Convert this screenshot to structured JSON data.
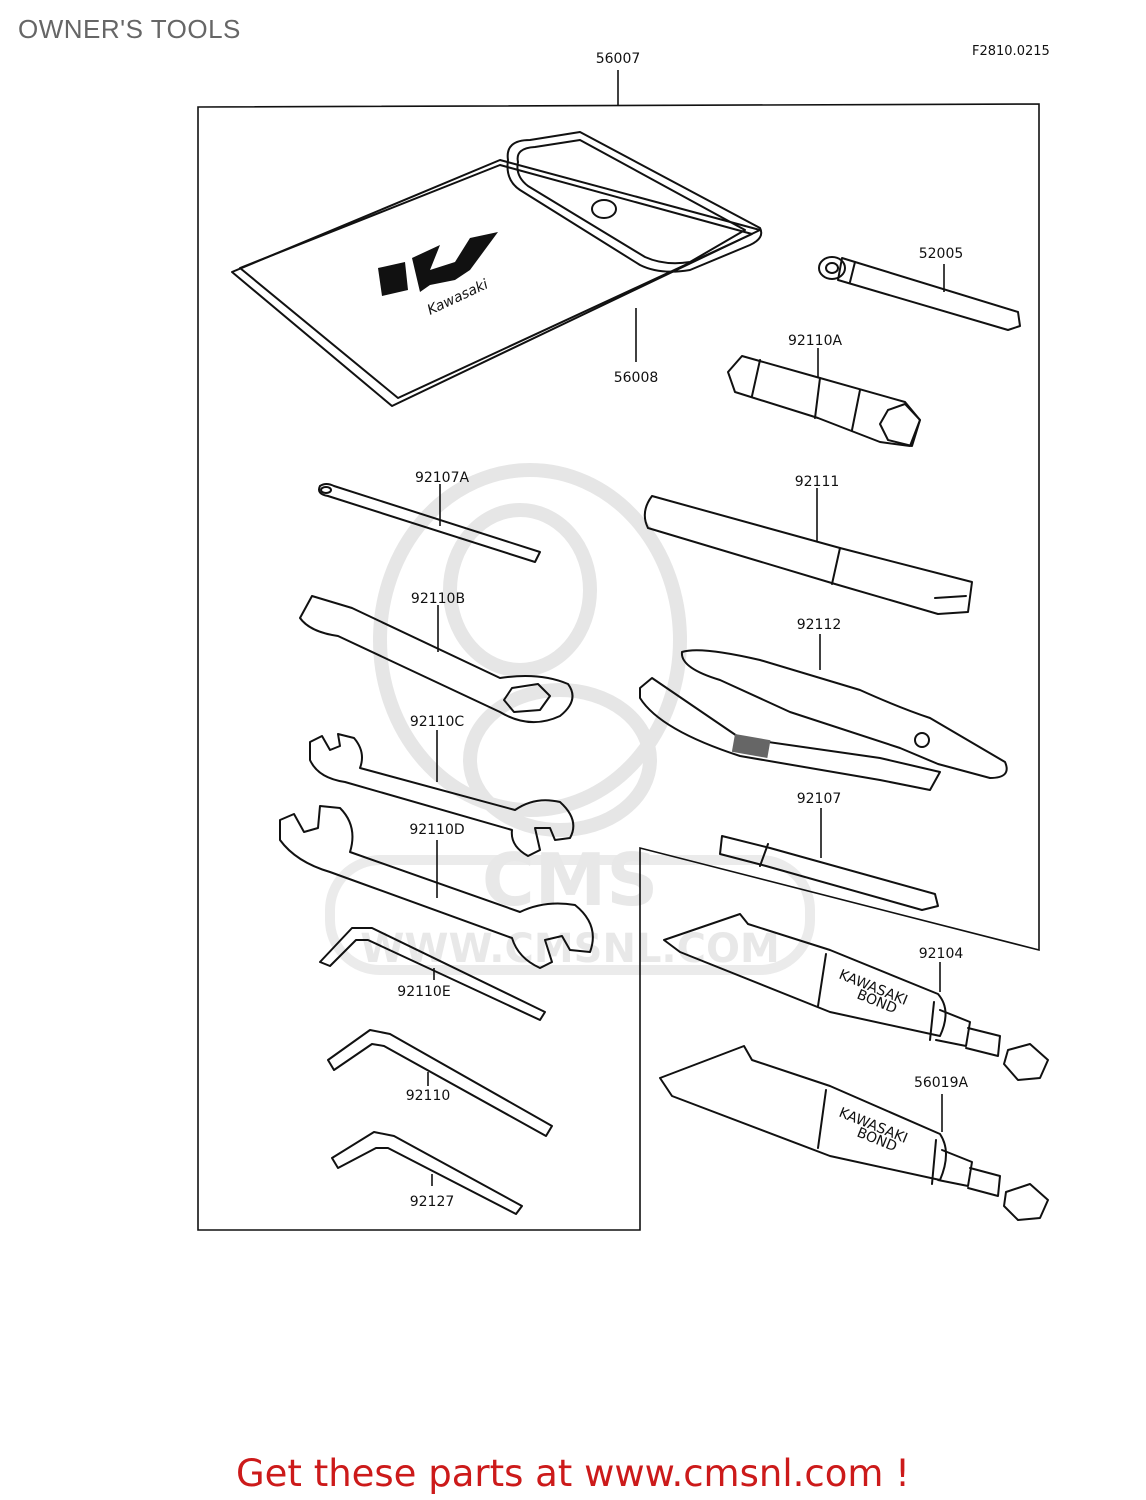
{
  "page": {
    "title": "OWNER'S TOOLS",
    "figure_code": "F2810.0215",
    "footer": "Get these parts at www.cmsnl.com !"
  },
  "watermark": {
    "brand": "CMS",
    "url": "WWW.CMSNL.COM"
  },
  "pouch": {
    "logo_text": "Kawasaki"
  },
  "tubes": {
    "text_line1": "KAWASAKI",
    "text_line2": "BOND"
  },
  "parts": [
    {
      "number": "56007",
      "description": "tool kit"
    },
    {
      "number": "56008",
      "description": "tool pouch"
    },
    {
      "number": "52005",
      "description": "handle"
    },
    {
      "number": "92110A",
      "description": "plug wrench"
    },
    {
      "number": "92107A",
      "description": "screwdriver"
    },
    {
      "number": "92111",
      "description": "extension grip"
    },
    {
      "number": "92110B",
      "description": "ring wrench"
    },
    {
      "number": "92112",
      "description": "pliers"
    },
    {
      "number": "92110C",
      "description": "open-end wrench"
    },
    {
      "number": "92107",
      "description": "screwdriver"
    },
    {
      "number": "92110D",
      "description": "open-end wrench"
    },
    {
      "number": "92104",
      "description": "bond tube"
    },
    {
      "number": "92110E",
      "description": "hex key"
    },
    {
      "number": "56019A",
      "description": "bond tube"
    },
    {
      "number": "92110",
      "description": "hex key"
    },
    {
      "number": "92127",
      "description": "hex key"
    }
  ],
  "colors": {
    "title": "#666666",
    "footer": "#cc1a1a",
    "line": "#111111",
    "watermark": "#e6e6e6"
  }
}
